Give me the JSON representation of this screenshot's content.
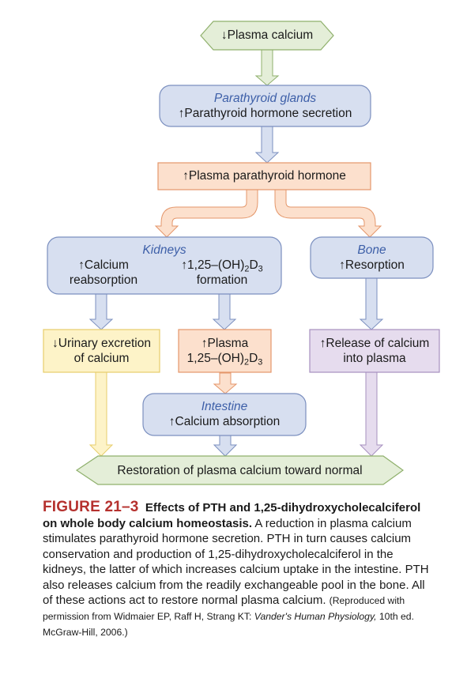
{
  "colors": {
    "green_fill": "#e4eed8",
    "green_stroke": "#8fb06c",
    "blue_fill": "#d7dff0",
    "blue_stroke": "#7b8fbf",
    "orange_fill": "#fce0cd",
    "orange_stroke": "#e4966a",
    "yellow_fill": "#fdf3c8",
    "yellow_stroke": "#e7cd6b",
    "purple_fill": "#e6dcee",
    "purple_stroke": "#a790bf",
    "organ_text": "#3d5fa8",
    "figure_number": "#b5312e"
  },
  "nodes": {
    "plasma_calcium": {
      "text": "↓Plasma calcium"
    },
    "parathyroid": {
      "organ": "Parathyroid glands",
      "text": "↑Parathyroid hormone secretion"
    },
    "plasma_pth": {
      "text": "↑Plasma parathyroid hormone"
    },
    "kidneys": {
      "organ": "Kidneys",
      "left_line1": "↑Calcium",
      "left_line2": "reabsorption",
      "right_line1_arrow": "↑",
      "right_line1_prefix": "1,25–(OH)",
      "right_line1_sub1": "2",
      "right_line1_mid": "D",
      "right_line1_sub2": "3",
      "right_line2": "formation"
    },
    "bone": {
      "organ": "Bone",
      "text": "↑Resorption"
    },
    "urinary": {
      "line1": "↓Urinary excretion",
      "line2": "of calcium"
    },
    "plasma_d3": {
      "line1": "↑Plasma",
      "line2_prefix": "1,25–(OH)",
      "line2_sub1": "2",
      "line2_mid": "D",
      "line2_sub2": "3"
    },
    "release": {
      "line1": "↑Release of calcium",
      "line2": "into plasma"
    },
    "intestine": {
      "organ": "Intestine",
      "text": "↑Calcium absorption"
    },
    "restoration": {
      "text": "Restoration of plasma calcium toward normal"
    }
  },
  "caption": {
    "figure_number": "FIGURE 21–3",
    "title": "Effects of PTH and 1,25-dihydroxycholecalciferol on whole body calcium homeostasis.",
    "body": "A reduction in plasma calcium stimulates parathyroid hormone secretion. PTH in turn causes calcium conservation and production of 1,25-dihydroxycholecalciferol in the kidneys, the latter of which increases calcium uptake in the intestine. PTH also releases calcium from the readily exchangeable pool in the bone. All of these actions act to restore normal plasma calcium.",
    "credit_prefix": "(Reproduced with permission from Widmaier EP, Raff H, Strang KT: ",
    "credit_book": "Vander's Human Physiology,",
    "credit_suffix": " 10th ed. McGraw-Hill, 2006.)"
  }
}
